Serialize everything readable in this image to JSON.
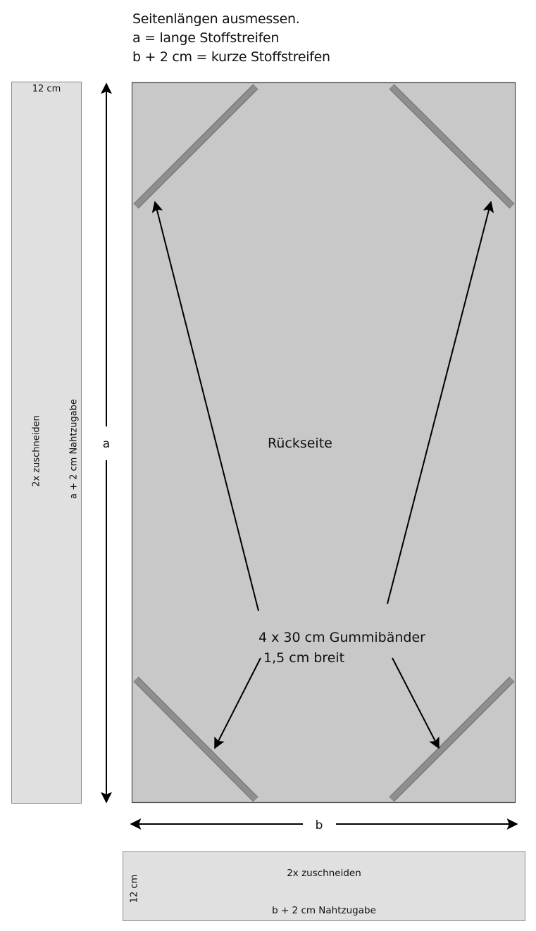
{
  "instructions": {
    "line1": "Seitenlängen ausmessen.",
    "line2": "a = lange Stoffstreifen",
    "line3": "b + 2 cm = kurze Stoffstreifen"
  },
  "left_strip": {
    "width_label": "12 cm",
    "cut_label": "2x zuschneiden",
    "length_label": "a + 2 cm Nahtzugabe"
  },
  "dimension_a": {
    "label": "a"
  },
  "dimension_b": {
    "label": "b"
  },
  "back_panel": {
    "label": "Rückseite",
    "elastic_line1": "4 x 30 cm Gummibänder",
    "elastic_line2": "1,5 cm breit"
  },
  "bottom_strip": {
    "width_label": "12 cm",
    "cut_label": "2x zuschneiden",
    "length_label": "b + 2 cm Nahtzugabe"
  },
  "colors": {
    "panel_fill": "#c8c8c8",
    "strip_fill": "#e0e0e0",
    "elastic_fill": "#8e8e8e",
    "line": "#000000"
  }
}
